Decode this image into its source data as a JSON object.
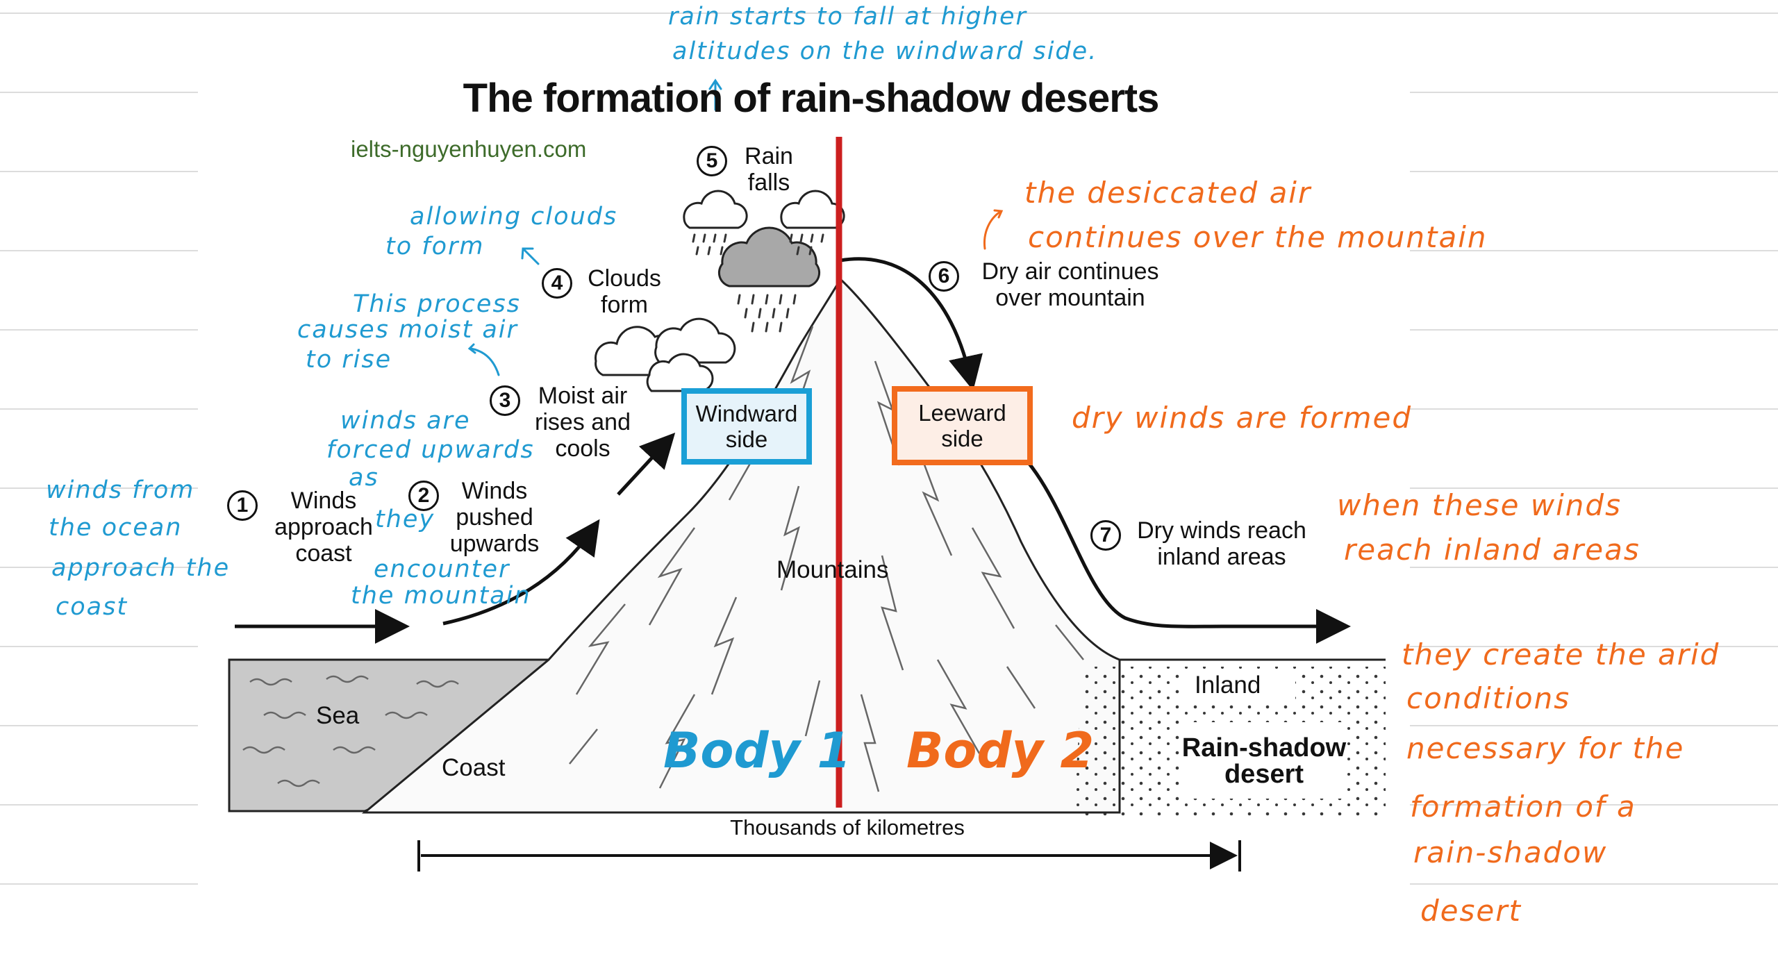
{
  "diagram": {
    "title": "The formation of rain-shadow deserts",
    "website": "ielts-nguyenhuyen.com",
    "labels": {
      "sea": "Sea",
      "coast": "Coast",
      "mountains": "Mountains",
      "inland": "Inland",
      "desert": "Rain-shadow desert",
      "distance": "Thousands of kilometres",
      "windward": "Windward side",
      "leeward": "Leeward side"
    },
    "steps": [
      {
        "num": "1",
        "text": "Winds approach coast"
      },
      {
        "num": "2",
        "text": "Winds pushed upwards"
      },
      {
        "num": "3",
        "text": "Moist air rises and cools"
      },
      {
        "num": "4",
        "text": "Clouds form"
      },
      {
        "num": "5",
        "text": "Rain falls"
      },
      {
        "num": "6",
        "text": "Dry air continues over mountain"
      },
      {
        "num": "7",
        "text": "Dry winds reach inland areas"
      }
    ]
  },
  "annotations": {
    "blue": {
      "rain_top_1": "rain starts to fall at higher",
      "rain_top_2": "altitudes on the windward side.",
      "clouds_1": "allowing clouds",
      "clouds_2": "to form",
      "process_1": "This process",
      "process_2": "causes moist air",
      "process_3": "to rise",
      "winds_up_1": "winds are",
      "winds_up_2": "forced upwards",
      "winds_up_3": "as",
      "winds_up_4": "they",
      "winds_up_5": "encounter",
      "winds_up_6": "the mountain",
      "ocean_1": "winds from",
      "ocean_2": "the ocean",
      "ocean_3": "approach the",
      "ocean_4": "coast",
      "body1": "Body 1"
    },
    "orange": {
      "desiccated_1": "the desiccated air",
      "desiccated_2": "continues over the mountain",
      "dry_winds": "dry winds are formed",
      "inland_1": "when these winds",
      "inland_2": "reach inland areas",
      "inland_3": "they create the arid",
      "inland_4": "conditions",
      "inland_5": "necessary for the",
      "inland_6": "formation of a",
      "inland_7": "rain-shadow",
      "inland_8": "desert",
      "body2": "Body 2"
    }
  },
  "colors": {
    "blue_ink": "#1f9ad1",
    "orange_ink": "#f06a1c",
    "divider_red": "#cc1f1f",
    "windward_box": "#1a9fd6",
    "leeward_box": "#f26b1d"
  }
}
